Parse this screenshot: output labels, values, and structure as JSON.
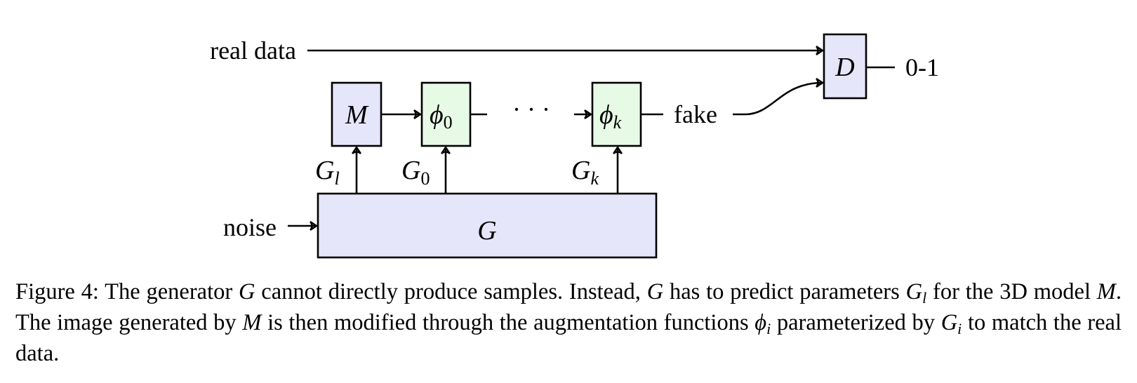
{
  "diagram": {
    "input_real": "real data",
    "input_noise": "noise",
    "fake_label": "fake",
    "dots": "· · ·",
    "output_label": "0-1",
    "boxes": {
      "discriminator": "D",
      "model": "M",
      "phi": "ϕ",
      "phi0_sub": "0",
      "phik_sub": "k",
      "generator": "G"
    },
    "params": {
      "gl": "G",
      "gl_sub": "l",
      "g0": "G",
      "g0_sub": "0",
      "gk": "G",
      "gk_sub": "k"
    },
    "colors": {
      "blue_box": "#e6e6fa",
      "green_box": "#e6fae6"
    }
  },
  "caption": {
    "prefix": "Figure 4: The generator ",
    "var_G": "G",
    "t1": " cannot directly produce samples.  Instead, ",
    "var_G2": "G",
    "t2": " has to predict parameters ",
    "var_Gl": "G",
    "var_Gl_sub": "l",
    "t3": " for the 3D model ",
    "var_M": "M",
    "t4": ".  The image generated by ",
    "var_M2": "M",
    "t5": " is then modified through the augmentation functions ",
    "var_phi": "ϕ",
    "var_phi_sub": "i",
    "t6": " parameterized by ",
    "var_Gi": "G",
    "var_Gi_sub": "i",
    "t7": " to match the real data."
  }
}
